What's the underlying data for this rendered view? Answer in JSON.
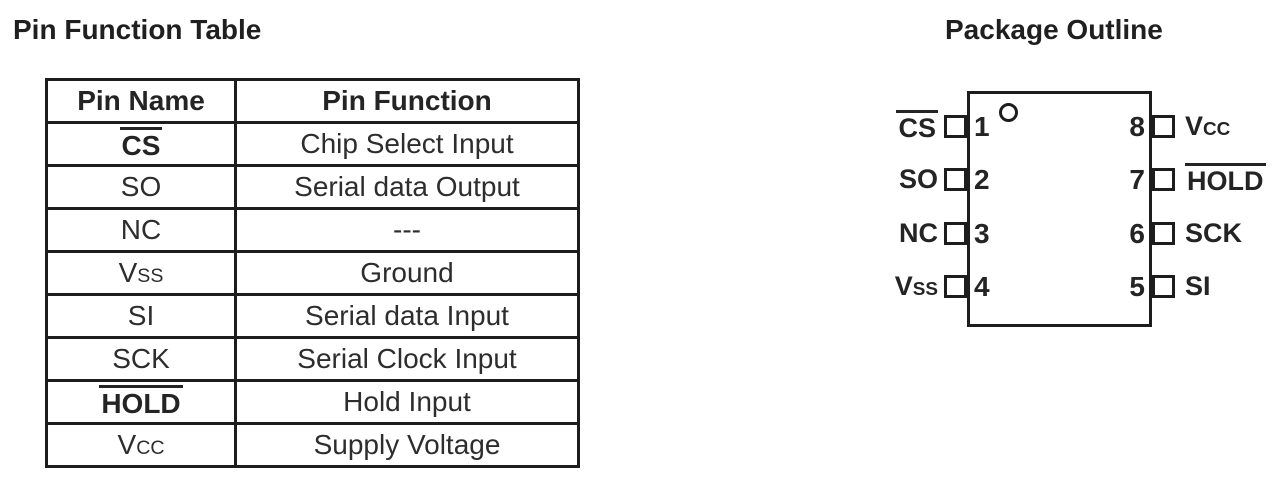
{
  "page": {
    "background": "#ffffff",
    "text_color": "#2b2b2b",
    "line_color": "#1d1d1d"
  },
  "pin_table": {
    "title": "Pin Function Table",
    "headers": [
      "Pin Name",
      "Pin Function"
    ],
    "rows": [
      {
        "pin": "CS",
        "overline": true,
        "bold": true,
        "sub": "",
        "function": "Chip Select Input"
      },
      {
        "pin": "SO",
        "overline": false,
        "bold": false,
        "sub": "",
        "function": "Serial data Output"
      },
      {
        "pin": "NC",
        "overline": false,
        "bold": false,
        "sub": "",
        "function": "---"
      },
      {
        "pin": "V",
        "overline": false,
        "bold": false,
        "sub": "SS",
        "function": "Ground"
      },
      {
        "pin": "SI",
        "overline": false,
        "bold": false,
        "sub": "",
        "function": "Serial data Input"
      },
      {
        "pin": "SCK",
        "overline": false,
        "bold": false,
        "sub": "",
        "function": "Serial Clock Input"
      },
      {
        "pin": "HOLD",
        "overline": true,
        "bold": true,
        "sub": "",
        "function": "Hold Input"
      },
      {
        "pin": "V",
        "overline": false,
        "bold": false,
        "sub": "CC",
        "function": "Supply Voltage"
      }
    ]
  },
  "package_outline": {
    "title": "Package Outline",
    "ic": {
      "pin1_marker": "circle",
      "left_pins": [
        {
          "number": "1",
          "label": "CS",
          "overline": true,
          "sub": ""
        },
        {
          "number": "2",
          "label": "SO",
          "overline": false,
          "sub": ""
        },
        {
          "number": "3",
          "label": "NC",
          "overline": false,
          "sub": ""
        },
        {
          "number": "4",
          "label": "V",
          "overline": false,
          "sub": "SS"
        }
      ],
      "right_pins": [
        {
          "number": "8",
          "label": "V",
          "overline": false,
          "sub": "CC"
        },
        {
          "number": "7",
          "label": "HOLD",
          "overline": true,
          "sub": ""
        },
        {
          "number": "6",
          "label": "SCK",
          "overline": false,
          "sub": ""
        },
        {
          "number": "5",
          "label": "SI",
          "overline": false,
          "sub": ""
        }
      ]
    }
  }
}
